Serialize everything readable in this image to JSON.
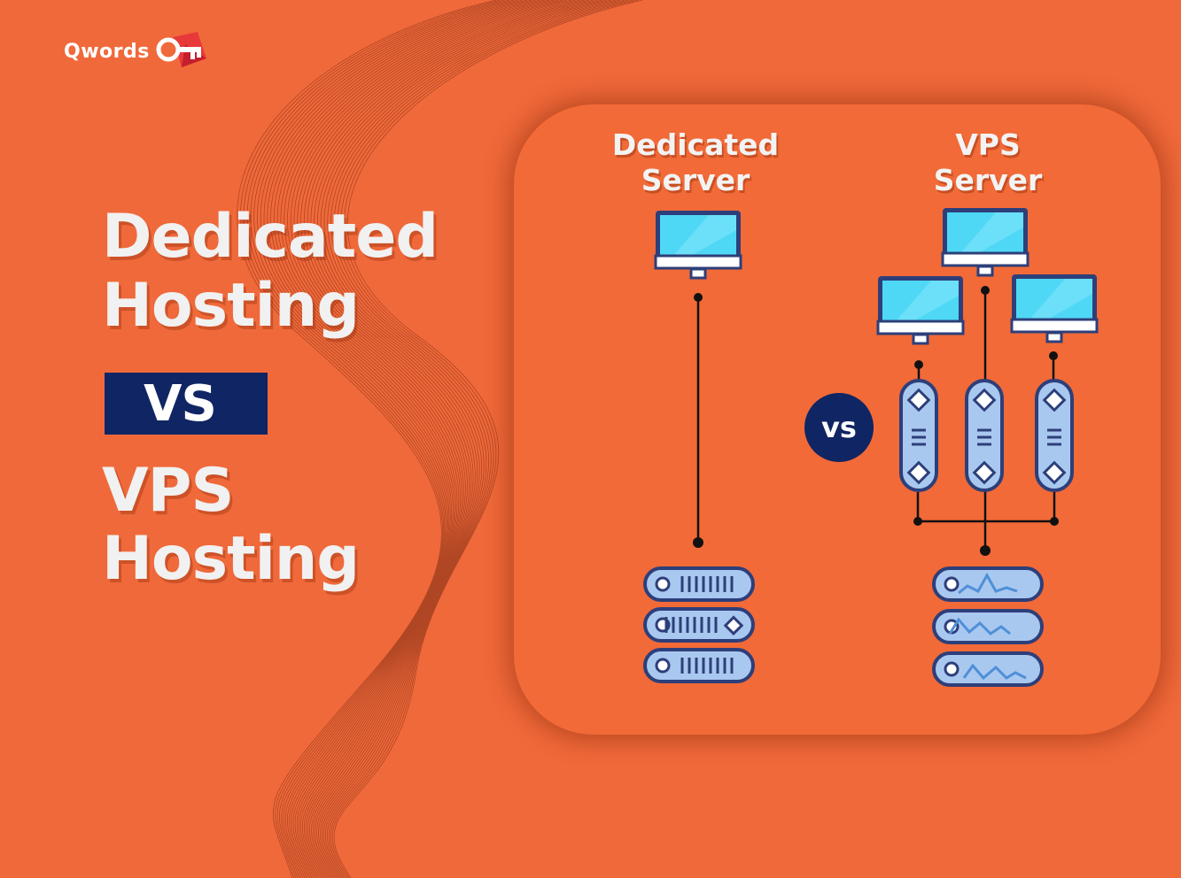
{
  "brand": {
    "name": "Qwords",
    "logo_icon": "key-icon"
  },
  "headline": {
    "line1": "Dedicated",
    "line2": "Hosting",
    "vs": "VS",
    "line3": "VPS",
    "line4": "Hosting"
  },
  "diagram": {
    "left_title": "Dedicated\nServer",
    "right_title": "VPS\nServer",
    "vs_label": "vs",
    "icons": [
      "monitor-icon",
      "server-rack-icon",
      "vps-container-icon"
    ]
  },
  "colors": {
    "background": "#f0693a",
    "navy": "#102563",
    "screen": "#4fd8f5",
    "server": "#a9c8ef",
    "text_light": "#f1f1f1"
  }
}
